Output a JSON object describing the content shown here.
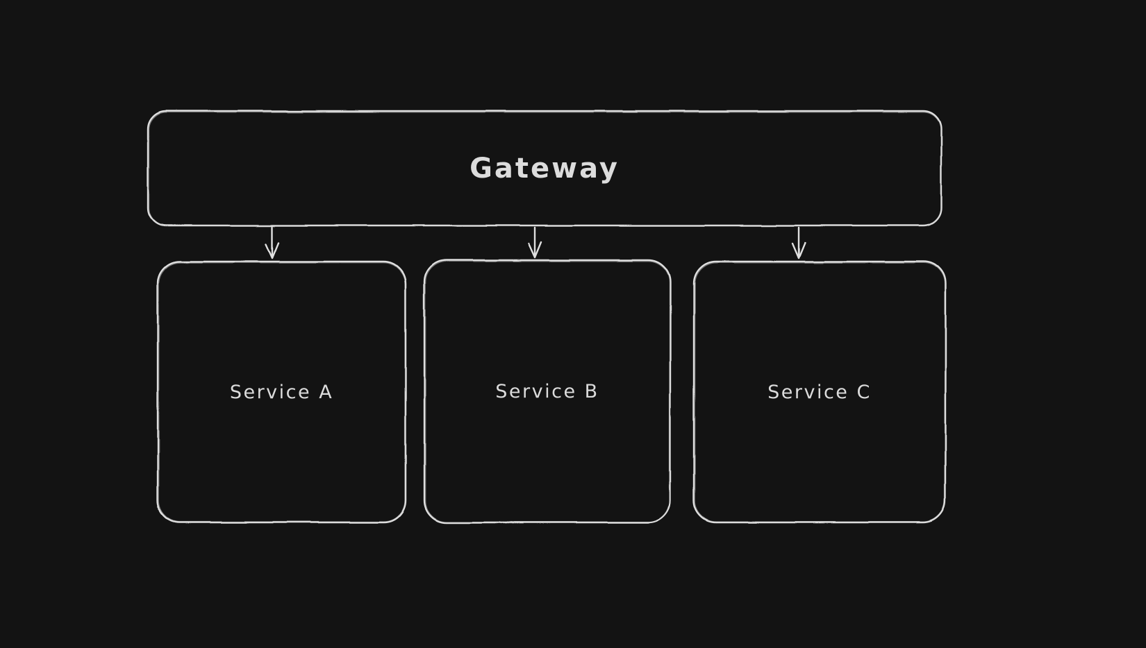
{
  "canvas": {
    "background_color": "#131313",
    "stroke_color": "#e0e0e0",
    "text_color": "#dcdcdc"
  },
  "diagram": {
    "nodes": [
      {
        "id": "gateway",
        "label": "Gateway",
        "shape": "rounded-rectangle"
      },
      {
        "id": "service-a",
        "label": "Service A",
        "shape": "rounded-rectangle"
      },
      {
        "id": "service-b",
        "label": "Service B",
        "shape": "rounded-rectangle"
      },
      {
        "id": "service-c",
        "label": "Service C",
        "shape": "rounded-rectangle"
      }
    ],
    "edges": [
      {
        "from": "gateway",
        "to": "service-a",
        "style": "arrow-down"
      },
      {
        "from": "gateway",
        "to": "service-b",
        "style": "arrow-down"
      },
      {
        "from": "gateway",
        "to": "service-c",
        "style": "arrow-down"
      }
    ]
  }
}
